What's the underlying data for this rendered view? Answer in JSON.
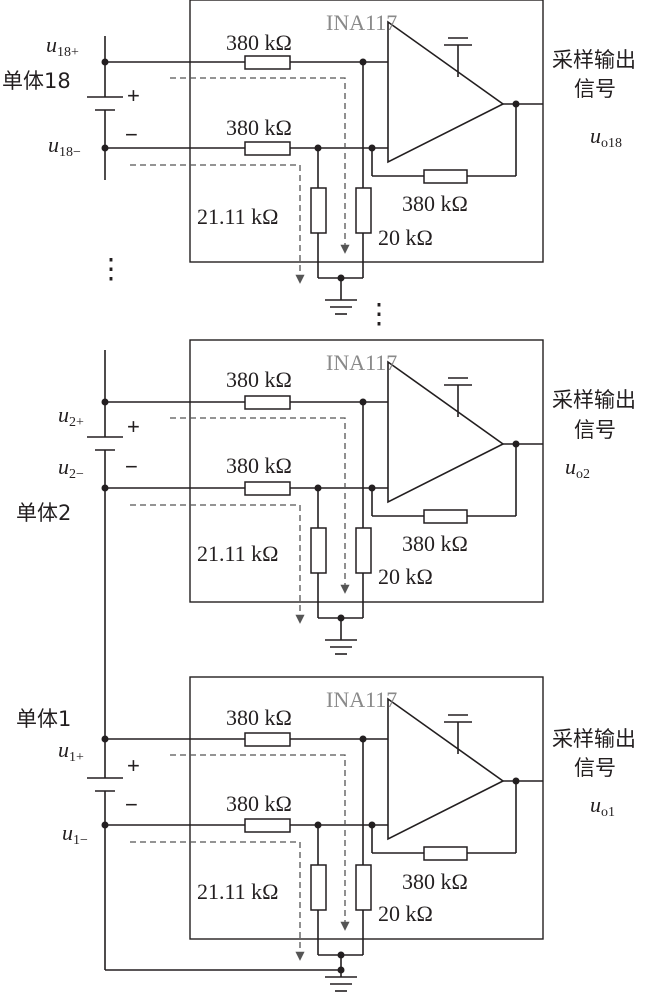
{
  "chip_label": "INA117",
  "resistors": {
    "input": "380 kΩ",
    "feedback": "380 kΩ",
    "r_left": "21.11 kΩ",
    "r_right": "20 kΩ"
  },
  "output_label_line1": "采样输出",
  "output_label_line2": "信号",
  "plus_sign": "+",
  "minus_sign": "−",
  "vertical_ellipsis": "⋮",
  "channels": [
    {
      "cell_label": "单体18",
      "pos_var": "u",
      "pos_sub": "18+",
      "neg_var": "u",
      "neg_sub": "18−",
      "out_var": "u",
      "out_sub": "o18"
    },
    {
      "cell_label": "单体2",
      "pos_var": "u",
      "pos_sub": "2+",
      "neg_var": "u",
      "neg_sub": "2−",
      "out_var": "u",
      "out_sub": "o2"
    },
    {
      "cell_label": "单体1",
      "pos_var": "u",
      "pos_sub": "1+",
      "neg_var": "u",
      "neg_sub": "1−",
      "out_var": "u",
      "out_sub": "o1"
    }
  ]
}
